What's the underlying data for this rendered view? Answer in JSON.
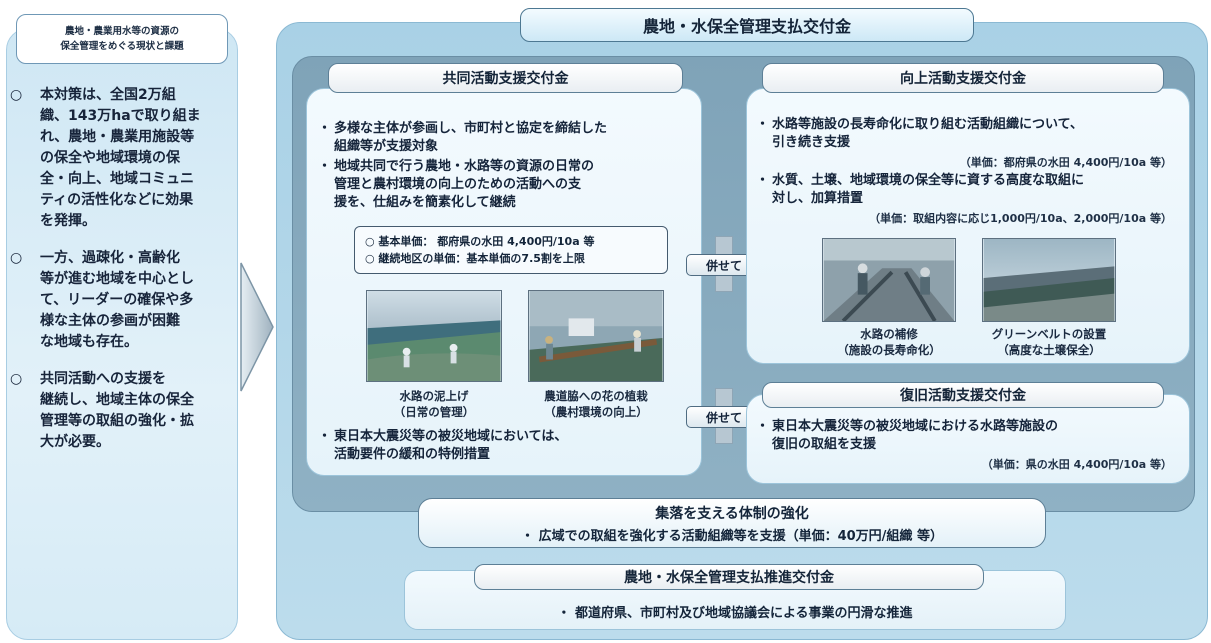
{
  "left": {
    "title_line1": "農地・農業用水等の資源の",
    "title_line2": "保全管理をめぐる現状と課題",
    "bullet_symbol": "○",
    "p1": [
      "本対策は、全国2万組",
      "織、143万haで取り組ま",
      "れ、農地・農業用施設等",
      "の保全や地域環境の保",
      "全・向上、地域コミュニ",
      "ティの活性化などに効果",
      "を発揮。"
    ],
    "p2": [
      "一方、過疎化・高齢化",
      "等が進む地域を中心とし",
      "て、リーダーの確保や多",
      "様な主体の参画が困難",
      "な地域も存在。"
    ],
    "p3": [
      "共同活動への支援を",
      "継続し、地域主体の保全",
      "管理等の取組の強化・拡",
      "大が必要。"
    ]
  },
  "main_title": "農地・水保全管理支払交付金",
  "kyodo": {
    "title": "共同活動支援交付金",
    "dot": "・",
    "b1": [
      "多様な主体が参画し、市町村と協定を締結した",
      "組織等が支援対象"
    ],
    "b2": [
      "地域共同で行う農地・水路等の資源の日常の",
      "管理と農村環境の向上のための活動への支",
      "援を、仕組みを簡素化して継続"
    ],
    "unit1": "○ 基本単価： 都府県の水田 4,400円/10a 等",
    "unit2": "○ 継続地区の単価：基本単価の7.5割を上限",
    "photo1_caption": [
      "水路の泥上げ",
      "（日常の管理）"
    ],
    "photo2_caption": [
      "農道脇への花の植栽",
      "（農村環境の向上）"
    ],
    "b3": [
      "東日本大震災等の被災地域においては、",
      "活動要件の緩和の特例措置"
    ]
  },
  "awase_label": "併せて",
  "kojo": {
    "title": "向上活動支援交付金",
    "dot": "・",
    "b1": [
      "水路等施設の長寿命化に取り組む活動組織について、",
      "引き続き支援"
    ],
    "unit1": "（単価：都府県の水田 4,400円/10a 等）",
    "b2": [
      "水質、土壌、地域環境の保全等に資する高度な取組に",
      "対し、加算措置"
    ],
    "unit2": "（単価：取組内容に応じ1,000円/10a、2,000円/10a 等）",
    "photo1_caption": [
      "水路の補修",
      "（施設の長寿命化）"
    ],
    "photo2_caption": [
      "グリーンベルトの設置",
      "（高度な土壌保全）"
    ]
  },
  "fukkyu": {
    "title": "復旧活動支援交付金",
    "dot": "・",
    "b1": [
      "東日本大震災等の被災地域における水路等施設の",
      "復旧の取組を支援"
    ],
    "unit": "（単価：県の水田 4,400円/10a 等）"
  },
  "shuraku": {
    "title": "集落を支える体制の強化",
    "body": "・ 広域での取組を強化する活動組織等を支援（単価：40万円/組織 等）"
  },
  "suishin": {
    "title": "農地・水保全管理支払推進交付金",
    "body": "・ 都道府県、市町村及び地域協議会による事業の円滑な推進"
  }
}
